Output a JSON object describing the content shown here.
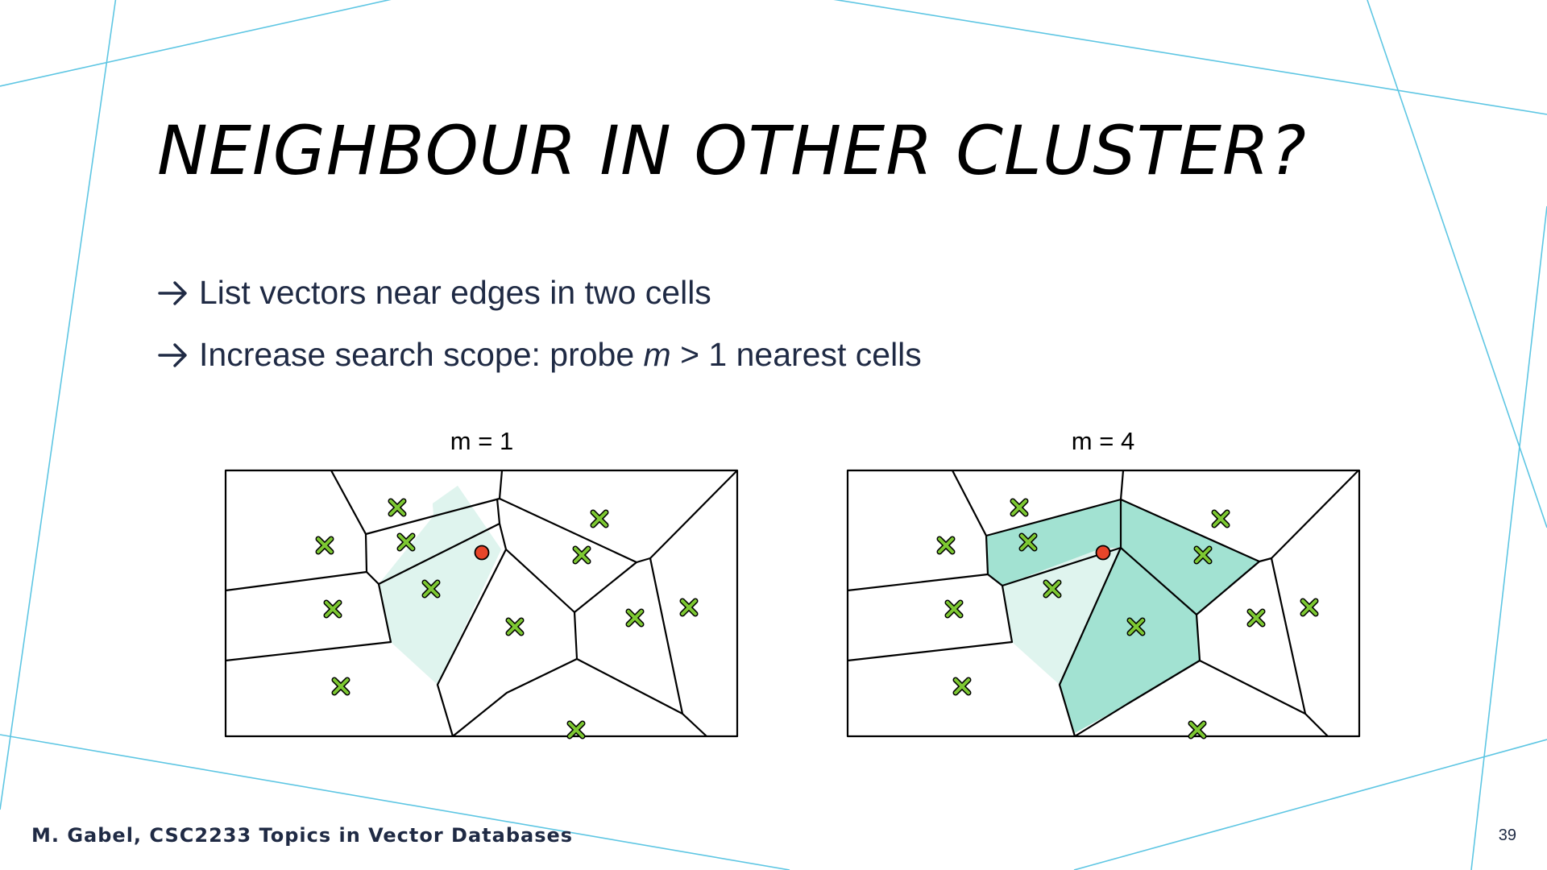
{
  "slide": {
    "title": "NEIGHBOUR IN OTHER CLUSTER?",
    "bullets": [
      {
        "text": "List vectors near edges in two cells"
      },
      {
        "before": "Increase search scope: probe ",
        "emph": "m",
        "after": " > 1 nearest cells"
      }
    ],
    "diagrams": [
      {
        "label": "m = 1",
        "probed_cells": 1
      },
      {
        "label": "m = 4",
        "probed_cells": 4
      }
    ],
    "footer": {
      "author_course": "M. Gabel, CSC2233 Topics in Vector Databases",
      "page_number": "39"
    }
  },
  "colors": {
    "accent_line": "#5ec6e3",
    "text": "#1f2a44",
    "cell_query": "#dff4ee",
    "cell_probed": "#a2e2d2",
    "vector_marker": "#7dc832",
    "query_point": "#e8452a"
  },
  "icons": {
    "bullet": "arrow-right-icon",
    "vector": "x-marker-icon",
    "query": "circle-icon"
  }
}
